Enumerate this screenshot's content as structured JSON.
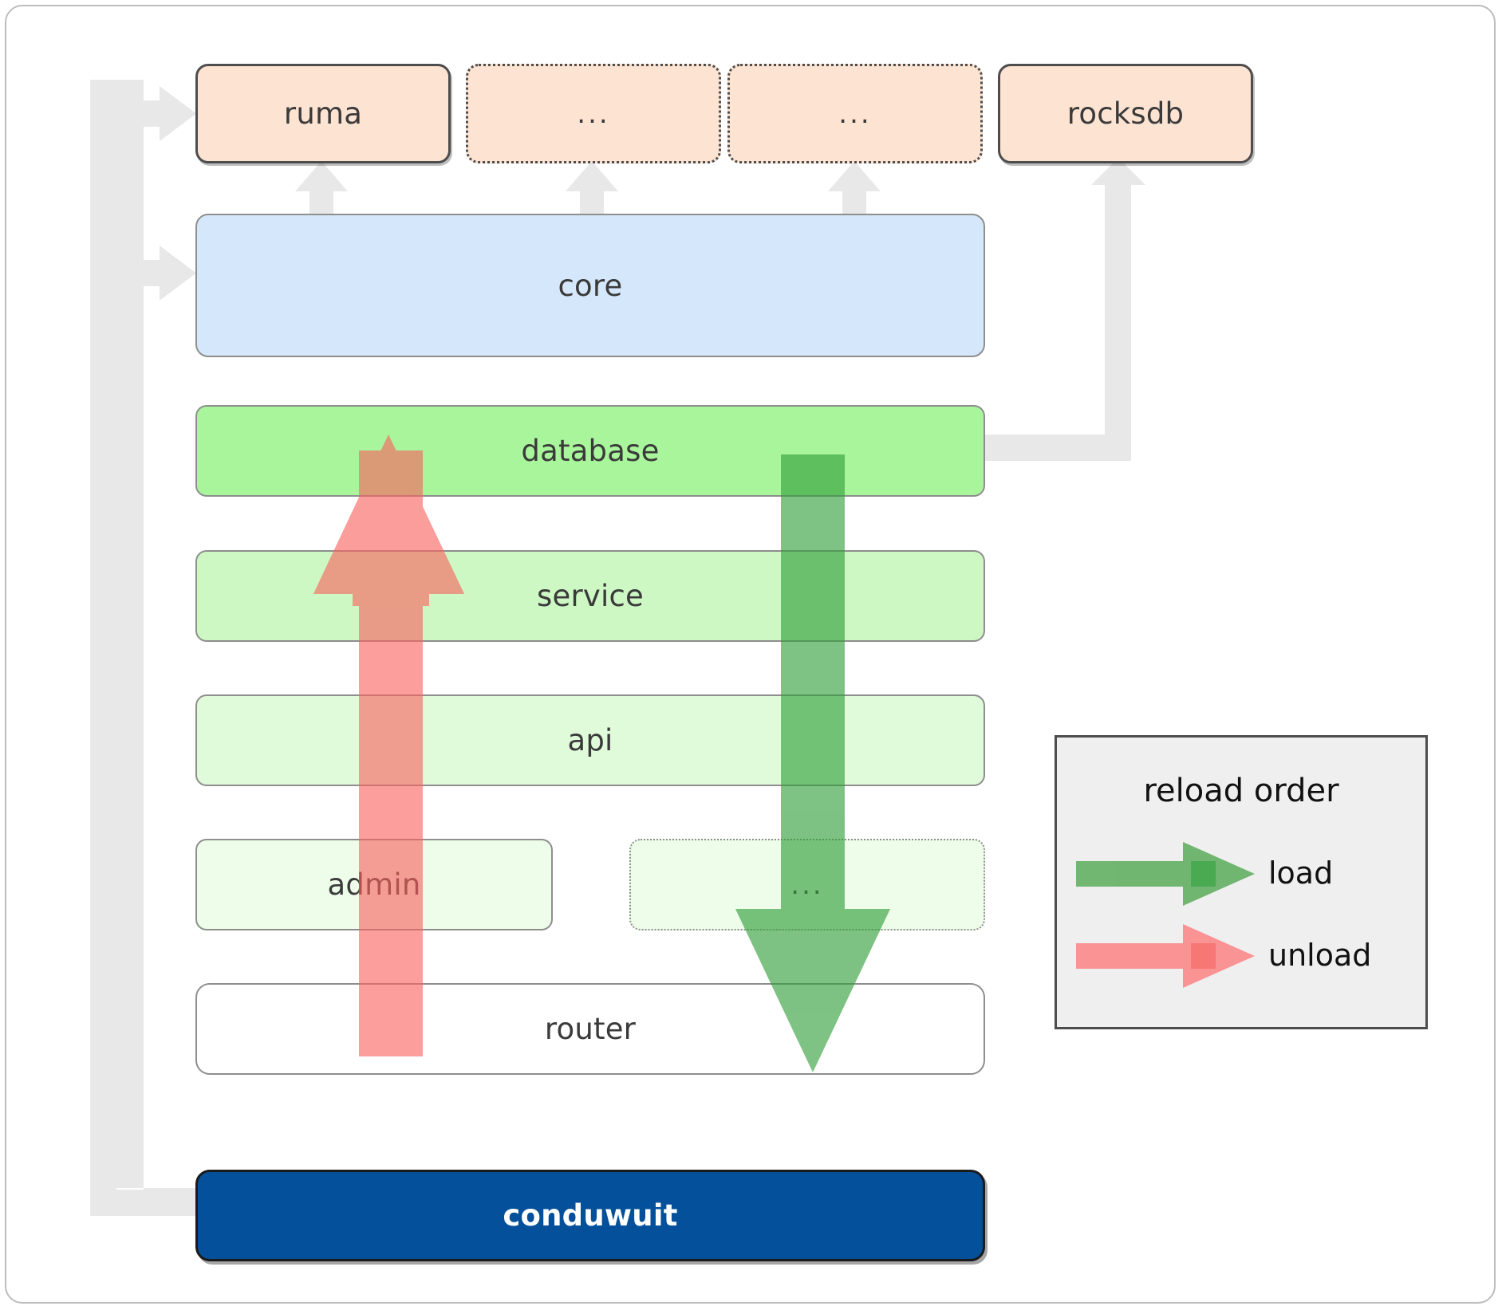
{
  "diagram": {
    "title": "conduwuit crate layering and reload order",
    "dependency_nodes": [
      {
        "id": "ruma",
        "label": "ruma",
        "style": "solid"
      },
      {
        "id": "dep2",
        "label": "...",
        "style": "dotted"
      },
      {
        "id": "dep3",
        "label": "...",
        "style": "dotted"
      },
      {
        "id": "rocksdb",
        "label": "rocksdb",
        "style": "solid"
      }
    ],
    "layers": [
      {
        "id": "core",
        "label": "core"
      },
      {
        "id": "database",
        "label": "database"
      },
      {
        "id": "service",
        "label": "service"
      },
      {
        "id": "api",
        "label": "api"
      },
      {
        "id": "admin",
        "label": "admin"
      },
      {
        "id": "more",
        "label": "..."
      },
      {
        "id": "router",
        "label": "router"
      }
    ],
    "root": {
      "id": "conduwuit",
      "label": "conduwuit"
    },
    "legend": {
      "title": "reload order",
      "entries": [
        {
          "key": "load",
          "label": "load",
          "color": "#5bab5b"
        },
        {
          "key": "unload",
          "label": "unload",
          "color": "#fc8484"
        }
      ]
    },
    "colors": {
      "dependency_fill": "#fde3d2",
      "core_fill": "#d5e8fb",
      "database_fill": "#a9f59c",
      "service_fill": "#cdf8c4",
      "api_fill": "#e0fbd9",
      "admin_fill": "#edfde9",
      "router_fill": "#ffffff",
      "root_fill": "#04509a",
      "connector": "#e8e8e8",
      "load_arrow": "#5bab5b",
      "unload_arrow": "#fc8484",
      "border": "#8e8e8e",
      "legend_fill": "#efefef"
    }
  }
}
